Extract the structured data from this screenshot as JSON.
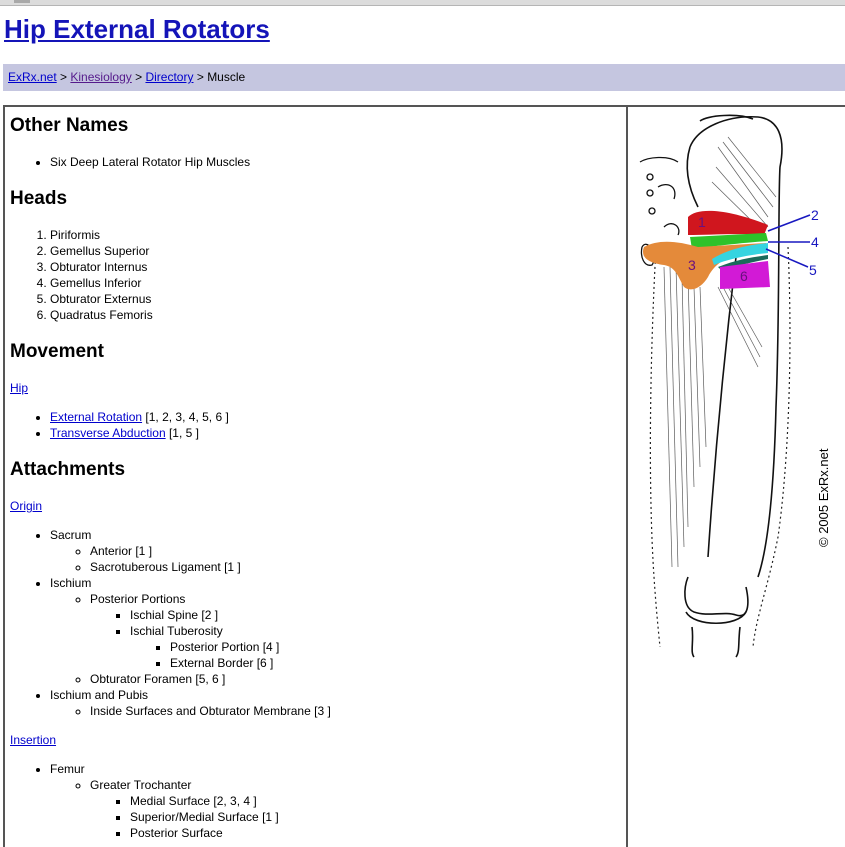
{
  "page": {
    "title": "Hip External Rotators"
  },
  "breadcrumb": {
    "items": [
      {
        "label": "ExRx.net",
        "link": true
      },
      {
        "label": "Kinesiology",
        "link": true,
        "visited": true
      },
      {
        "label": "Directory",
        "link": true
      },
      {
        "label": "Muscle",
        "link": false
      }
    ],
    "separator": ">"
  },
  "sections": {
    "other_names": {
      "heading": "Other Names",
      "items": [
        "Six Deep Lateral Rotator Hip Muscles"
      ]
    },
    "heads": {
      "heading": "Heads",
      "items": [
        "Piriformis",
        "Gemellus Superior",
        "Obturator Internus",
        "Gemellus Inferior",
        "Obturator Externus",
        "Quadratus Femoris"
      ]
    },
    "movement": {
      "heading": "Movement",
      "joint_link": "Hip",
      "items": [
        {
          "link": "External Rotation",
          "refs": "[1, 2, 3, 4, 5, 6 ]"
        },
        {
          "link": "Transverse Abduction",
          "refs": "[1, 5 ]"
        }
      ]
    },
    "attachments": {
      "heading": "Attachments",
      "origin_link": "Origin",
      "origin": {
        "sacrum": "Sacrum",
        "sacrum_anterior": "Anterior [1 ]",
        "sacrum_ligament": "Sacrotuberous Ligament [1 ]",
        "ischium": "Ischium",
        "posterior_portions": "Posterior Portions",
        "ischial_spine": "Ischial Spine [2 ]",
        "ischial_tuberosity": "Ischial Tuberosity",
        "posterior_portion": "Posterior Portion [4 ]",
        "external_border": "External Border [6 ]",
        "obturator_foramen": "Obturator Foramen [5, 6 ]",
        "ischium_pubis": "Ischium and Pubis",
        "inside_surfaces": "Inside Surfaces and Obturator Membrane [3 ]"
      },
      "insertion_link": "Insertion",
      "insertion": {
        "femur": "Femur",
        "greater_trochanter": "Greater Trochanter",
        "medial_surface": "Medial Surface [2, 3, 4 ]",
        "superior_medial": "Superior/Medial Surface [1 ]",
        "posterior_surface": "Posterior Surface"
      }
    }
  },
  "illustration": {
    "labels": [
      "1",
      "2",
      "3",
      "4",
      "5",
      "6"
    ],
    "copyright": "© 2005 ExRx.net",
    "colors": {
      "piriformis": "#d0161e",
      "gemellus_superior": "#2ec22a",
      "obturator_internus": "#e48a3a",
      "gemellus_inferior": "#35d4e0",
      "obturator_externus": "#1a6a5a",
      "quadratus_femoris": "#d21ad6",
      "label_blue": "#1818c0"
    }
  }
}
